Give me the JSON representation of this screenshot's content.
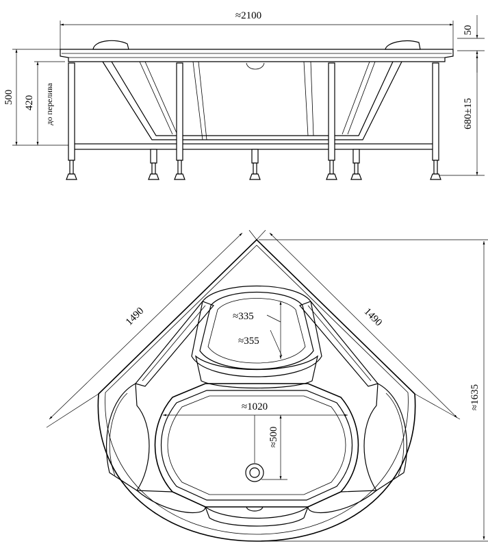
{
  "side_view": {
    "width": "≈2100",
    "rim_thickness": "50",
    "total_height": "500",
    "overflow_height": "420",
    "overflow_label": "до перелива",
    "leg_height": "680±15"
  },
  "top_view": {
    "side_left": "1490",
    "side_right": "1490",
    "diagonal": "≈1635",
    "headrest_inner": "≈335",
    "headrest_outer": "≈355",
    "bowl_width": "≈1020",
    "bowl_depth": "≈500"
  }
}
